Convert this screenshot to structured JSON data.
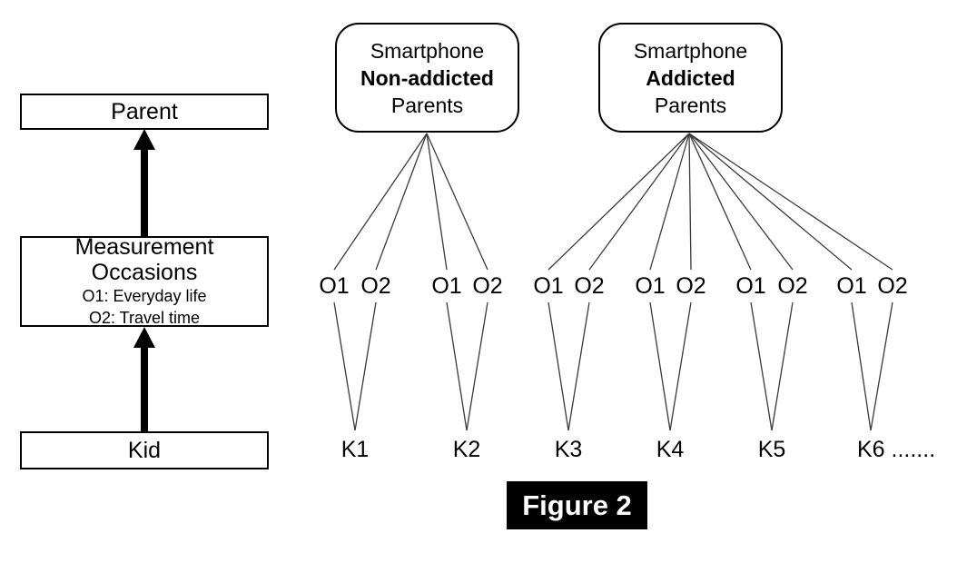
{
  "caption": {
    "text": "Figure 2"
  },
  "hierarchy": {
    "parent_box": {
      "label": "Parent"
    },
    "measurement_box": {
      "title": "Measurement Occasions",
      "occasion1": "O1: Everyday life",
      "occasion2": "O2: Travel time"
    },
    "kid_box": {
      "label": "Kid"
    }
  },
  "groups": [
    {
      "line1": "Smartphone",
      "line2": "Non-addicted",
      "line3": "Parents"
    },
    {
      "line1": "Smartphone",
      "line2": "Addicted",
      "line3": "Parents"
    }
  ],
  "occasions": {
    "o1": "O1",
    "o2": "O2"
  },
  "kids": [
    "K1",
    "K2",
    "K3",
    "K4",
    "K5",
    "K6 ......."
  ],
  "colors": {
    "ink": "#000000",
    "thin_line": "#3a3a3a",
    "background": "#ffffff",
    "caption_bg": "#000000",
    "caption_text": "#ffffff"
  }
}
